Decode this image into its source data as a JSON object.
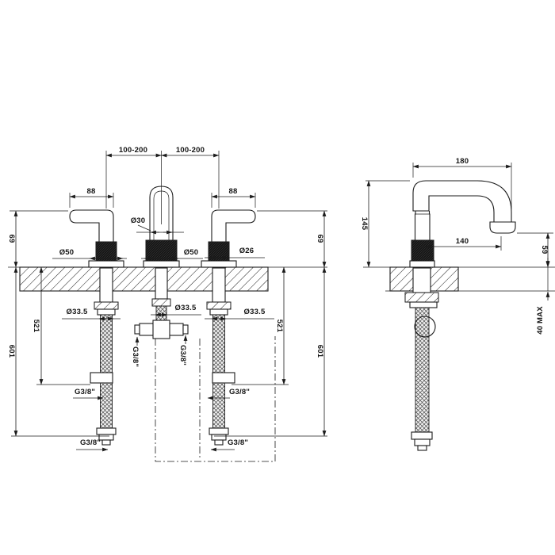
{
  "front": {
    "spacing_left": "100-200",
    "spacing_right": "100-200",
    "handle_projection_left": "88",
    "handle_projection_right": "88",
    "spout_diameter": "Ø30",
    "handle_base_diameter": "Ø50",
    "spout_base_diameter": "Ø50",
    "handle_grip_diameter": "Ø26",
    "height_above_deck_left": "69",
    "height_above_deck_right": "69",
    "hole_diameter_left": "Ø33.5",
    "hole_diameter_center": "Ø33.5",
    "hole_diameter_right": "Ø33.5",
    "below_deck_valve_left": "521",
    "below_deck_valve_right": "521",
    "below_deck_hose_left": "601",
    "below_deck_hose_right": "601",
    "thread_elbow_left": "G3/8\"",
    "thread_hose_left": "G3/8\"",
    "thread_tee_left": "G3/8\"",
    "thread_tee_right": "G3/8\"",
    "thread_elbow_right": "G3/8\"",
    "thread_hose_right": "G3/8\""
  },
  "side": {
    "spout_width": "180",
    "height_above_deck": "145",
    "spout_projection": "140",
    "outlet_height": "59",
    "deck_thickness_max": "40 MAX"
  },
  "colors": {
    "line": "#1b1b1b",
    "background": "#ffffff"
  }
}
